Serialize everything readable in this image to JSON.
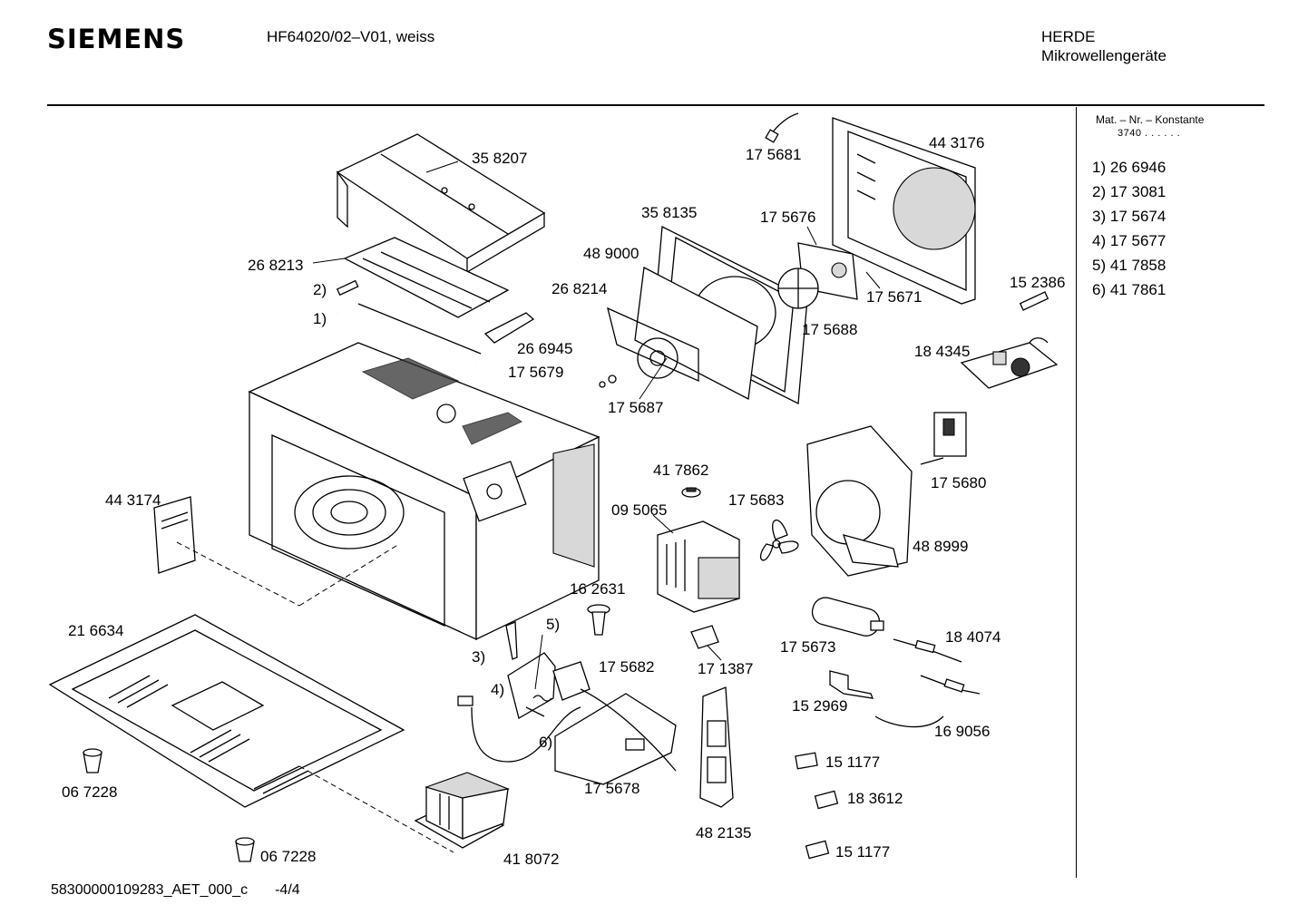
{
  "header": {
    "brand": "SIEMENS",
    "model": "HF64020/02–V01, weiss",
    "category_line1": "HERDE",
    "category_line2": "Mikrowellengeräte"
  },
  "sidebar": {
    "title": "Mat. – Nr. – Konstante",
    "constant": "3740 . . . . . .",
    "items": [
      {
        "key": "1)",
        "value": "26 6946"
      },
      {
        "key": "2)",
        "value": "17 3081"
      },
      {
        "key": "3)",
        "value": "17 5674"
      },
      {
        "key": "4)",
        "value": "17 5677"
      },
      {
        "key": "5)",
        "value": "41 7858"
      },
      {
        "key": "6)",
        "value": "41 7861"
      }
    ]
  },
  "parts": {
    "p358207": "35 8207",
    "p268213": "26 8213",
    "ref2": "2)",
    "ref1": "1)",
    "p266945": "26 6945",
    "p175679": "17 5679",
    "p175681": "17 5681",
    "p443176": "44 3176",
    "p358135": "35 8135",
    "p175676": "17 5676",
    "p489000": "48 9000",
    "p268214": "26 8214",
    "p175671": "17 5671",
    "p175688": "17 5688",
    "p152386": "15 2386",
    "p184345": "18 4345",
    "p175687": "17 5687",
    "p417862": "41 7862",
    "p175683": "17 5683",
    "p095065": "09 5065",
    "p175680": "17 5680",
    "p488999": "48 8999",
    "p443174": "44 3174",
    "p162631": "16 2631",
    "p216634": "21 6634",
    "ref5": "5)",
    "ref3": "3)",
    "p175682": "17 5682",
    "p171387": "17 1387",
    "p175673": "17 5673",
    "p184074": "18 4074",
    "ref4": "4)",
    "ref6": "6)",
    "p152969": "15 2969",
    "p169056": "16 9056",
    "p067228a": "06 7228",
    "p175678": "17 5678",
    "p151177a": "15 1177",
    "p183612": "18 3612",
    "p482135": "48 2135",
    "p067228b": "06 7228",
    "p418072": "41 8072",
    "p151177b": "15 1177"
  },
  "footer": {
    "doc_id": "58300000109283_AET_000_c",
    "page": "-4/4"
  }
}
